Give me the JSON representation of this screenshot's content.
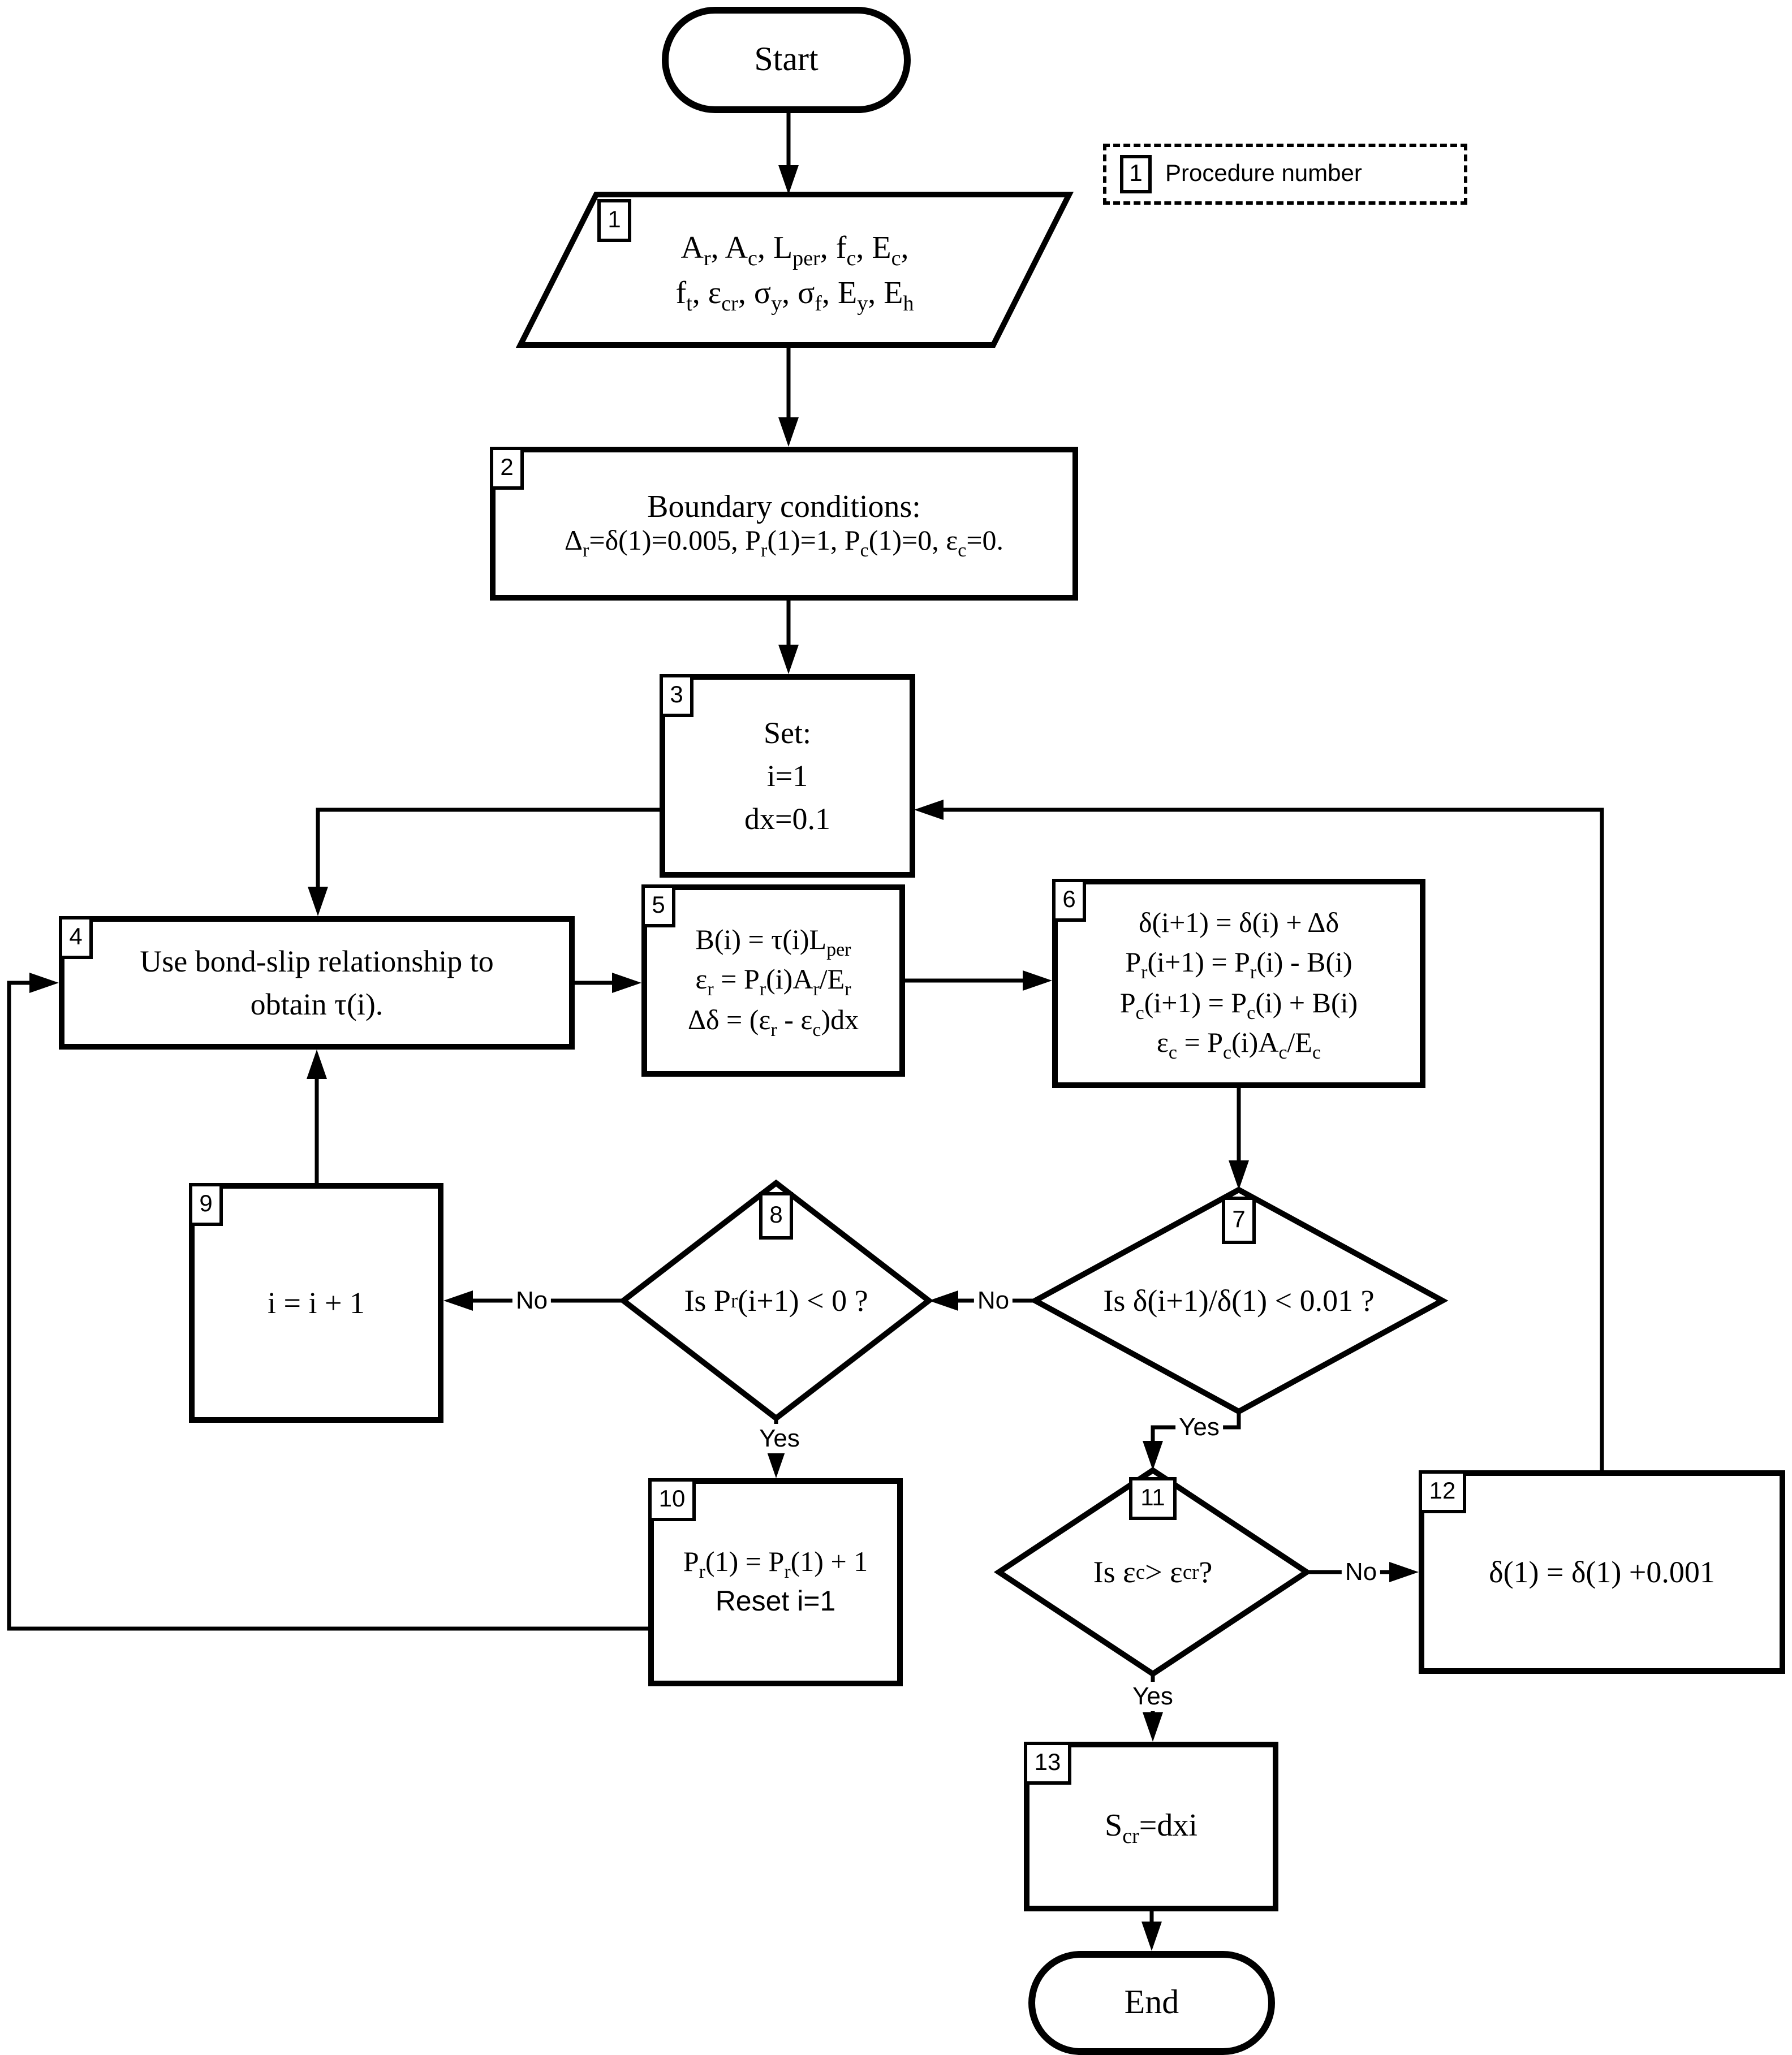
{
  "legend": {
    "number": "1",
    "label": "Procedure number"
  },
  "nodes": {
    "start": {
      "label": "Start"
    },
    "input1": {
      "number": "1",
      "line1": "A<sub>r</sub>, A<sub>c</sub>, L<sub>per</sub>, f<sub>c</sub>, E<sub>c</sub>,",
      "line2": "f<sub>t</sub>, ε<sub>cr</sub>, σ<sub>y</sub>, σ<sub>f</sub>, E<sub>y</sub>, E<sub>h</sub>"
    },
    "box2": {
      "number": "2",
      "line1": "Boundary conditions:",
      "line2": "Δ<sub>r</sub>=δ(1)=0.005, P<sub>r</sub>(1)=1, P<sub>c</sub>(1)=0, ε<sub>c</sub>=0."
    },
    "box3": {
      "number": "3",
      "line1": "Set:",
      "line2": "i=1",
      "line3": "dx=0.1"
    },
    "box4": {
      "number": "4",
      "line1": "Use bond-slip relationship to",
      "line2": "obtain τ(i)."
    },
    "box5": {
      "number": "5",
      "line1": "B(i) = τ(i)L<sub>per</sub>",
      "line2": "ε<sub>r</sub> = P<sub>r</sub>(i)A<sub>r</sub>/E<sub>r</sub>",
      "line3": "Δδ = (ε<sub>r</sub> - ε<sub>c</sub>)dx"
    },
    "box6": {
      "number": "6",
      "line1": "δ(i+1) = δ(i) + Δδ",
      "line2": "P<sub>r</sub>(i+1) = P<sub>r</sub>(i) - B(i)",
      "line3": "P<sub>c</sub>(i+1) = P<sub>c</sub>(i) + B(i)",
      "line4": "ε<sub>c</sub> = P<sub>c</sub>(i)A<sub>c</sub>/E<sub>c</sub>"
    },
    "dec7": {
      "number": "7",
      "text": "Is δ(i+1)/δ(1) &lt; 0.01 ?"
    },
    "dec8": {
      "number": "8",
      "text": "Is P<sub>r</sub>(i+1) &lt; 0 ?"
    },
    "box9": {
      "number": "9",
      "line1": "i = i + 1"
    },
    "box10": {
      "number": "10",
      "line1": "P<sub>r</sub>(1) = P<sub>r</sub>(1) + 1",
      "line2": "Reset i=1"
    },
    "dec11": {
      "number": "11",
      "text": "Is ε<sub>c</sub> &gt; ε<sub>cr</sub> ?"
    },
    "box12": {
      "number": "12",
      "line1": "δ(1) = δ(1) +0.001"
    },
    "box13": {
      "number": "13",
      "line1": "S<sub>cr</sub>=dxi"
    },
    "end": {
      "label": "End"
    }
  },
  "edge_labels": {
    "dec7_no": "No",
    "dec7_yes": "Yes",
    "dec8_no": "No",
    "dec8_yes": "Yes",
    "dec11_no": "No",
    "dec11_yes": "Yes"
  }
}
